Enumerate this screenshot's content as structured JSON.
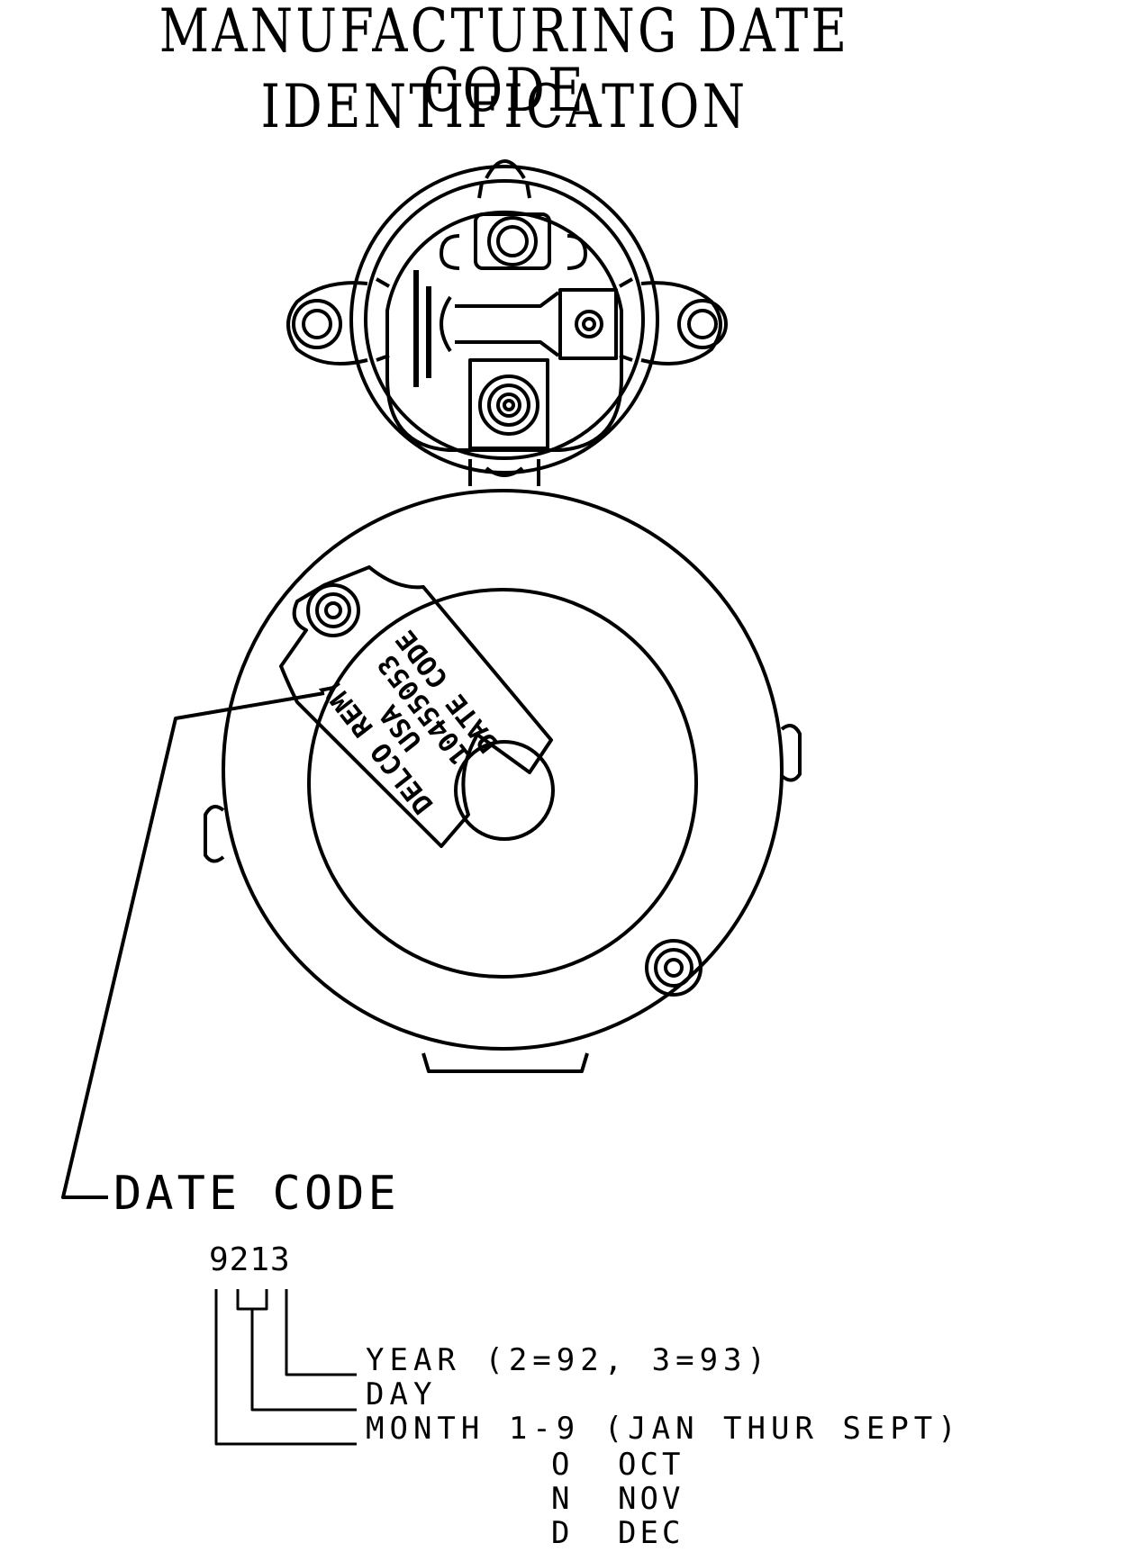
{
  "title": {
    "line1": "MANUFACTURING DATE CODE",
    "line2": "IDENTIFICATION"
  },
  "plate": {
    "brand": "DELCO REMY",
    "country": "USA",
    "part_number": "10455053",
    "date_label": "DATE CODE"
  },
  "date_code": {
    "label": "DATE CODE",
    "example": "9213",
    "legend": {
      "year": "YEAR (2=92, 3=93)",
      "day": "DAY",
      "month": "MONTH 1-9 (JAN THUR SEPT)"
    },
    "month_codes": [
      {
        "code": "O",
        "month": "OCT"
      },
      {
        "code": "N",
        "month": "NOV"
      },
      {
        "code": "D",
        "month": "DEC"
      }
    ]
  }
}
